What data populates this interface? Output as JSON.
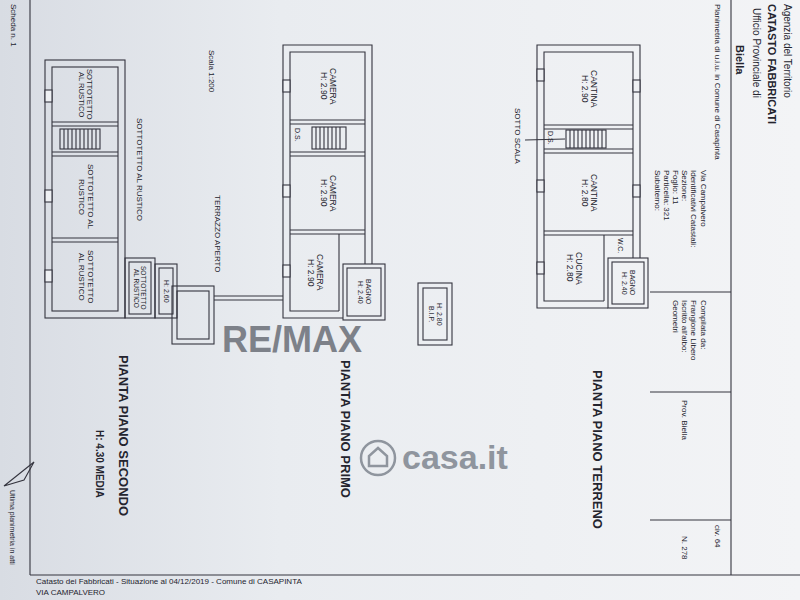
{
  "diagram": {
    "nodes": [
      {
        "text": [
          "CANTINA",
          "H: 2.90"
        ]
      },
      {
        "text": [
          "CANTINA",
          "H: 2.80"
        ]
      },
      {
        "text": [
          "CUCINA",
          "H: 2.80"
        ]
      },
      {
        "text": [
          "BAGNO",
          "H: 2.40"
        ]
      },
      {
        "text": [
          "H: 2.80",
          "B.I.P."
        ]
      },
      {
        "text": [
          "CAMERA",
          "H: 2.90"
        ]
      },
      {
        "text": [
          "CAMERA",
          "H: 2.90"
        ]
      },
      {
        "text": [
          "CAMERA",
          "H: 2.90"
        ]
      },
      {
        "text": [
          "BAGNO",
          "H: 2.40"
        ]
      },
      {
        "text": [
          "SOTTOTETTO AL RUSTICO"
        ]
      },
      {
        "text": [
          "SOTTOTETTO AL RUSTICO"
        ]
      },
      {
        "text": [
          "SOTTOTETTO AL RUSTICO"
        ]
      },
      {
        "text": [
          "SOTTOTETTO AL RUSTICO"
        ]
      },
      {
        "text": [
          "H: 2.60"
        ]
      }
    ],
    "labels": [
      "Agenzia del Territorio",
      "CATASTO FABBRICATI",
      "Ufficio Provinciale di",
      "Biella",
      "Planimetria di u.i.u. in Comune di Casapinta",
      "Via Campalvero",
      "civ. 64",
      "Identificativi Catastali:",
      "Sezione:",
      "Foglio: 11",
      "Particella: 321",
      "Subalterno:",
      "Compilata da:",
      "Frangione Libero",
      "Iscritto all'albo:",
      "Geometri",
      "Prov. Biella",
      "N. 278",
      "Scheda n. 1",
      "Scala 1:200",
      "Ultima planimetria in atti",
      "SOTTO SCALA",
      "W.C.",
      "D.S.",
      "D.S.",
      "TERRAZZO APERTO",
      "SOTTOTETTO AL RUSTICO",
      "PIANTA PIANO TERRENO",
      "PIANTA PIANO PRIMO",
      "PIANTA PIANO SECONDO",
      "H: 4.30 MEDIA",
      "Catasto dei Fabbricati - Situazione al 04/12/2019 - Comune di CASAPINTA",
      "VIA CAMPALVERO",
      "RE/MAX",
      "casa.it"
    ]
  }
}
